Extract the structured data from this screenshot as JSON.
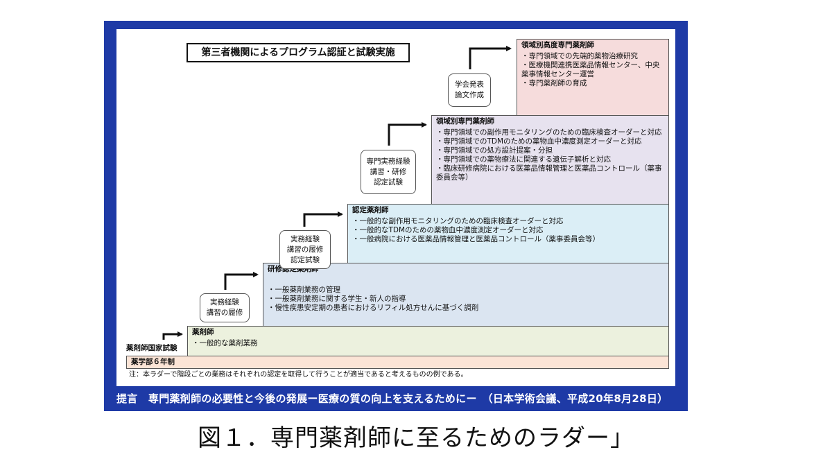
{
  "title_box": "第三者機関によるプログラム認証と試験実施",
  "steps": {
    "s5": {
      "head": "領域別高度専門薬剤師",
      "items": [
        "・専門領域での先端的薬物治療研究",
        "・医療機関連携医薬品情報センター、中央薬事情報センター運営",
        "・専門薬剤師の育成"
      ]
    },
    "s4": {
      "head": "領域別専門薬剤師",
      "items": [
        "・専門領域での副作用モニタリングのための臨床検査オーダーと対応",
        "・専門領域でのTDMのための薬物血中濃度測定オーダーと対応",
        "・専門領域での処方設計提案・分担",
        "・専門領域での薬物療法に関連する遺伝子解析と対応",
        "・臨床研修病院における医薬品情報管理と医薬品コントロール（薬事委員会等）"
      ]
    },
    "s3": {
      "head": "認定薬剤師",
      "items": [
        "・一般的な副作用モニタリングのための臨床検査オーダーと対応",
        "・一般的なTDMのための薬物血中濃度測定オーダーと対応",
        "・一般病院における医薬品情報管理と医薬品コントロール（薬事委員会等）"
      ]
    },
    "s2": {
      "head": "研修認定薬剤師",
      "items": [
        "・一般薬剤業務の管理",
        "・一般薬剤業務に関する学生・新人の指導",
        "・慢性疾患安定期の患者におけるリフィル処方せんに基づく調剤"
      ]
    },
    "s1": {
      "head": "薬剤師",
      "items": [
        "・一般的な薬剤業務"
      ]
    },
    "s0": {
      "head": "薬学部６年制"
    }
  },
  "labels": {
    "lb4": [
      "学会発表",
      "論文作成"
    ],
    "lb3": [
      "専門実務経験",
      "講習・研修",
      "認定試験"
    ],
    "lb2": [
      "実務経験",
      "講習の履修",
      "認定試験"
    ],
    "lb1": [
      "実務経験",
      "講習の履修"
    ],
    "lb0": "薬剤師国家試験"
  },
  "note": "注：本ラダーで階段ごとの業務はそれぞれの認定を取得して行うことが適当であると考えるものの例である。",
  "footer": "提言　専門薬剤師の必要性と今後の発展ー医療の質の向上を支えるためにー　（日本学術会議、平成20年8月28日）",
  "caption": "図１．専門薬剤師に至るためのラダー」",
  "colors": {
    "frame": "#1e3aa6",
    "s5": "#f6dcdc",
    "s4": "#e7e2ef",
    "s3": "#dbeef6",
    "s2": "#dbe5f1",
    "s1": "#ecf1de",
    "s0": "#fbe4d6"
  }
}
